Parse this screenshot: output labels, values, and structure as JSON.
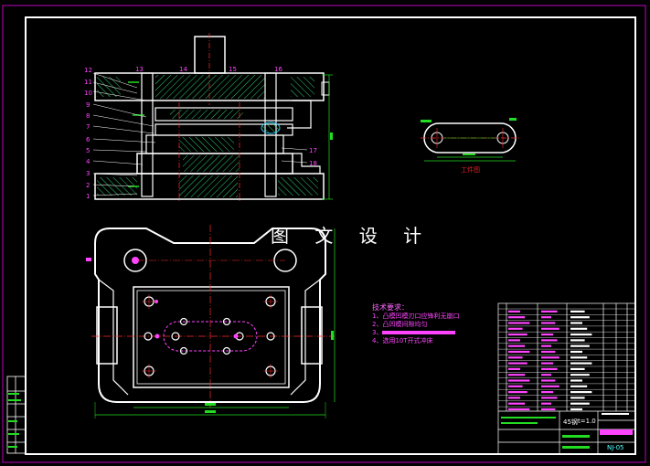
{
  "watermark": "图 文 设 计",
  "part_view_label": "工件图",
  "callouts_left": [
    "12",
    "11",
    "10",
    "9",
    "8",
    "7",
    "6",
    "5",
    "4",
    "3",
    "2",
    "1"
  ],
  "callouts_top": [
    "13",
    "14",
    "15",
    "16"
  ],
  "callouts_right": [
    "17",
    "18"
  ],
  "tech_req": {
    "title": "技术要求：",
    "items": [
      "1、凸模凹模刃口应锋利无崩口",
      "2、凸凹模间隙均匀",
      "3、",
      "4、选用10T开式冲床"
    ]
  },
  "title_block": {
    "material": "45钢",
    "thickness": "t=1.0",
    "drawing_no": "NJ-05"
  },
  "colors": {
    "frame": "#ffffff",
    "border": "#c000c0",
    "outline": "#ffffff",
    "center": "#ff2a2a",
    "dim": "#22dd22",
    "hatch": "#2ecc71",
    "text": "#ff44ff",
    "table": "#ffffff"
  }
}
